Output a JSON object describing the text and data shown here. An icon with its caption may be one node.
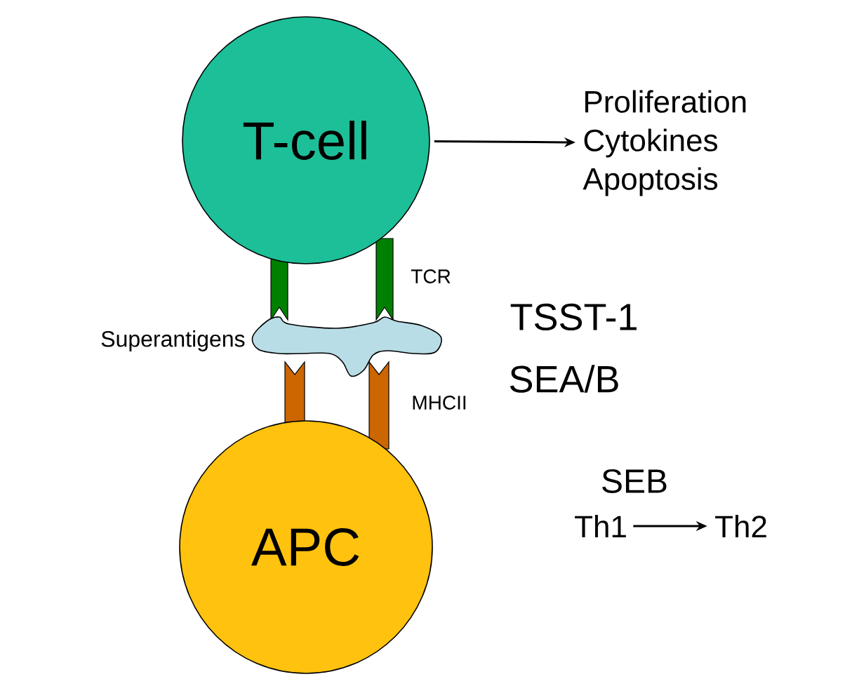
{
  "diagram": {
    "nodes": [
      {
        "text": [
          "T-cell"
        ]
      },
      {
        "text": [
          "Proliferation",
          "Cytokines",
          "Apoptosis"
        ]
      },
      {
        "text": [
          "APC"
        ]
      },
      {
        "text": [],
        "shape": "cloud",
        "beside": [
          "Superantigens"
        ]
      },
      {
        "text": [
          "Th1"
        ]
      },
      {
        "text": [
          "Th2"
        ]
      }
    ],
    "edges": [
      {
        "from": 0,
        "to": 1,
        "arrow": "to"
      },
      {
        "from": 4,
        "to": 5,
        "arrow": "to"
      }
    ],
    "labels": [
      "TCR",
      "MHCII",
      "TSST-1",
      "SEA/B",
      "SEB"
    ]
  }
}
